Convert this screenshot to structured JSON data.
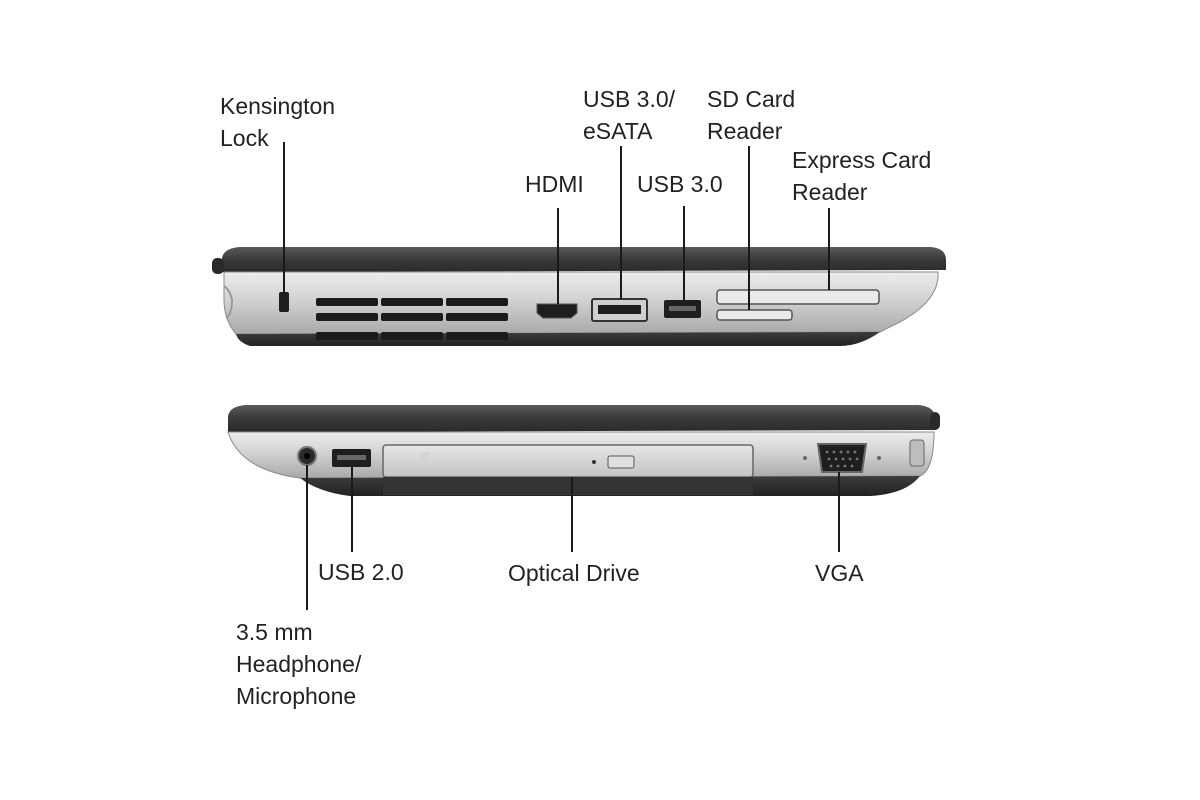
{
  "colors": {
    "label_text": "#222222",
    "leader_line": "#1a1a1a",
    "lid": "#3a3a3a",
    "base_dark": "#2b2b2b",
    "silver_panel": "#cfcfcf",
    "port_dark": "#1e1e1e"
  },
  "views": {
    "left_side": {
      "ports": [
        {
          "name": "kensington-lock",
          "lines": [
            "Kensington",
            "Lock"
          ]
        },
        {
          "name": "hdmi",
          "lines": [
            "HDMI"
          ]
        },
        {
          "name": "usb3-esata",
          "lines": [
            "USB 3.0/",
            "eSATA"
          ]
        },
        {
          "name": "usb3",
          "lines": [
            "USB 3.0"
          ]
        },
        {
          "name": "sd-card-reader",
          "lines": [
            "SD Card",
            "Reader"
          ]
        },
        {
          "name": "express-card-reader",
          "lines": [
            "Express Card",
            "Reader"
          ]
        }
      ]
    },
    "right_side": {
      "ports": [
        {
          "name": "usb2",
          "lines": [
            "USB 2.0"
          ]
        },
        {
          "name": "optical-drive",
          "lines": [
            "Optical Drive"
          ]
        },
        {
          "name": "vga",
          "lines": [
            "VGA"
          ]
        },
        {
          "name": "headphone-mic",
          "lines": [
            "3.5 mm",
            "Headphone/",
            "Microphone"
          ]
        }
      ]
    }
  }
}
